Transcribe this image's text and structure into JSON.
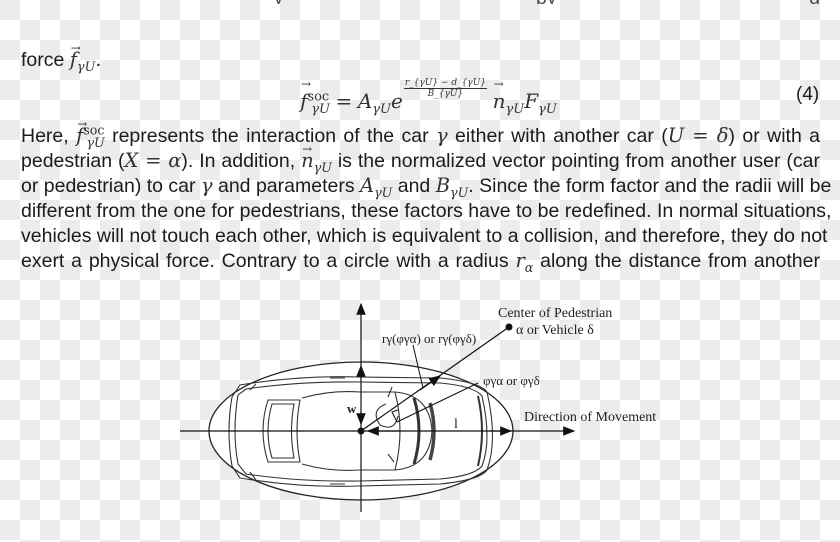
{
  "document": {
    "top_partial_line": "force",
    "top_partial_math": "f_{γU}.",
    "equation": {
      "lhs": "f^{soc}_{γU}",
      "equals": "=",
      "coef": "A_{γU}",
      "base": "e",
      "exponent_numerator": "r_{γU} − d_{γU}",
      "exponent_denominator": "B_{γU}",
      "tail": "n_{γU} F_{γU}",
      "number": "(4)"
    },
    "paragraph": [
      "Here, f^soc_γU represents the interaction of the car γ either with another car (U = δ) or with a",
      "pedestrian (X = α). In addition, n_γU is the normalized vector pointing from another user (car",
      "or pedestrian) to car γ and parameters A_γU and B_γU. Since the form factor and the radii will be",
      "different from the one for pedestrians, these factors have to be redefined. In normal situations,",
      "vehicles will not touch each other, which is equivalent to a collision, and therefore, they do not",
      "exert a physical force.  Contrary to a circle with a radius r_α along the distance from another"
    ],
    "p": {
      "l1a": "Here, ",
      "l1b": " represents the interaction of the car ",
      "l1c": " either with another car (",
      "l1d": ") or with a",
      "l2a": "pedestrian (",
      "l2b": "). In addition, ",
      "l2c": " is the normalized vector pointing from another user (car",
      "l3a": "or pedestrian) to car ",
      "l3b": " and parameters ",
      "l3c": " and ",
      "l3d": ". Since the form factor and the radii will be",
      "l4": "different from the one for pedestrians, these factors have to be redefined. In normal situations,",
      "l5": "vehicles will not touch each other, which is equivalent to a collision, and therefore, they do not",
      "l6a": "exert a physical force.  Contrary to a circle with a radius ",
      "l6b": " along the distance from another"
    }
  },
  "figure": {
    "label_center_line1": "Center of Pedestrian",
    "label_center_line2": "α or Vehicle δ",
    "label_radius": "rγ(φγα) or rγ(φγδ)",
    "label_angle": "φγα or φγδ",
    "label_direction": "Direction of Movement",
    "label_w": "w",
    "label_l": "l"
  }
}
